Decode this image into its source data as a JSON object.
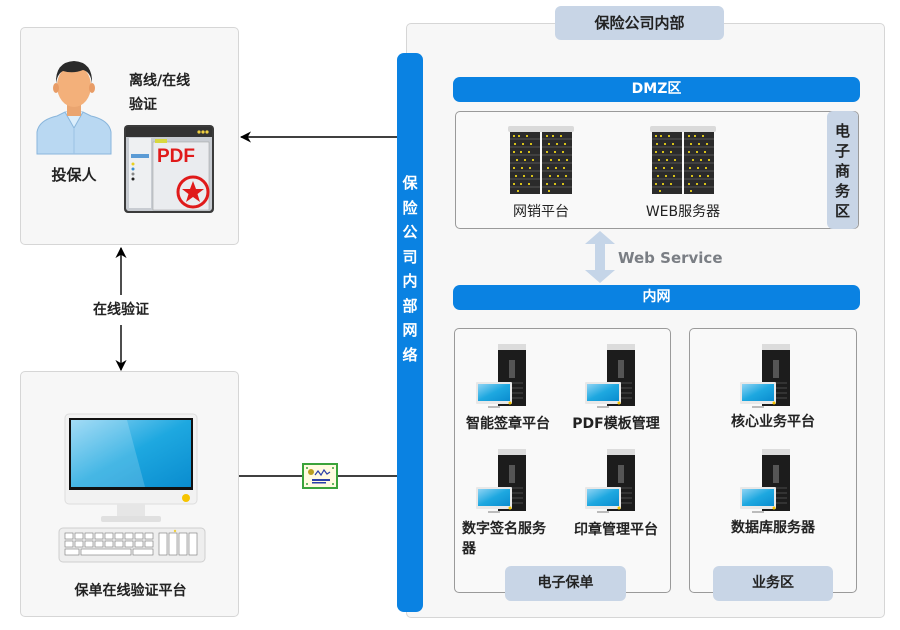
{
  "policyholder_panel": {
    "person_label": "投保人",
    "verify_label_line1": "离线/在线",
    "verify_label_line2": "验证",
    "pdf_icon_text": "PDF"
  },
  "online_verify_arrow_label": "在线验证",
  "verify_platform_panel": {
    "label": "保单在线验证平台"
  },
  "internal_network_bar": {
    "chars": [
      "保",
      "险",
      "公",
      "司",
      "内",
      "部",
      "网",
      "络"
    ]
  },
  "company_internal": {
    "title": "保险公司内部",
    "dmz_bar": "DMZ区",
    "ecommerce_zone": {
      "side_label_chars": [
        "电",
        "子",
        "商",
        "务",
        "区"
      ],
      "servers": [
        {
          "label": "网销平台"
        },
        {
          "label": "WEB服务器"
        }
      ]
    },
    "web_service_label": "Web Service",
    "intranet_bar": "内网",
    "e_policy_zone": {
      "tag": "电子保单",
      "servers": [
        {
          "label": "智能签章平台"
        },
        {
          "label": "PDF模板管理"
        },
        {
          "label": "数字签名服务器"
        },
        {
          "label": "印章管理平台"
        }
      ]
    },
    "business_zone": {
      "tag": "业务区",
      "servers": [
        {
          "label": "核心业务平台"
        },
        {
          "label": "数据库服务器"
        }
      ]
    }
  },
  "colors": {
    "accent_blue": "#0a82e2",
    "tag_grey_blue": "#c8d5e6",
    "panel_bg": "#f7f7f7"
  }
}
